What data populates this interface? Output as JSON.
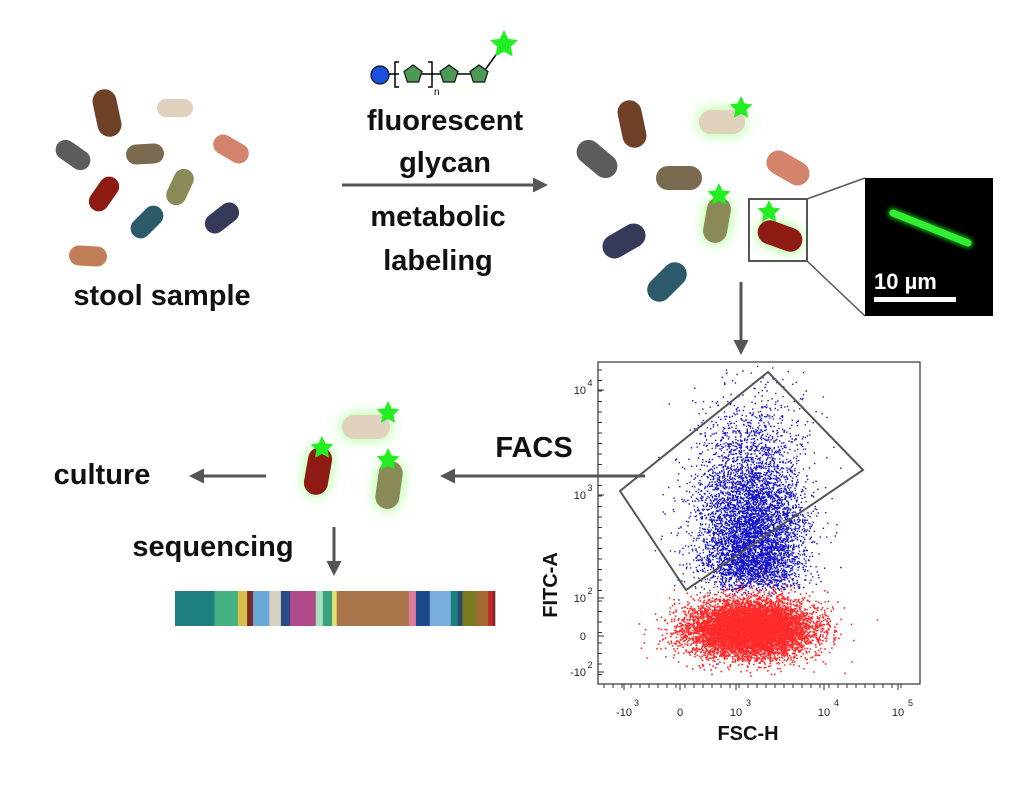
{
  "labels": {
    "stool_sample": "stool sample",
    "fluorescent": "fluorescent",
    "glycan": "glycan",
    "metabolic": "metabolic",
    "labeling": "labeling",
    "glycan_subscript": "n",
    "scale_bar": "10 µm",
    "facs": "FACS",
    "culture": "culture",
    "sequencing": "sequencing"
  },
  "flow_plot": {
    "x_axis_label": "FSC-H",
    "y_axis_label": "FITC-A",
    "x_ticks": [
      {
        "base": "-10",
        "exp": "3"
      },
      {
        "base": "0",
        "exp": ""
      },
      {
        "base": "10",
        "exp": "3"
      },
      {
        "base": "10",
        "exp": "4"
      },
      {
        "base": "10",
        "exp": "5"
      }
    ],
    "y_ticks": [
      {
        "base": "10",
        "exp": "4"
      },
      {
        "base": "10",
        "exp": "3"
      },
      {
        "base": "10",
        "exp": "2"
      },
      {
        "base": "0",
        "exp": ""
      },
      {
        "base": "-10",
        "exp": "2"
      }
    ],
    "gated_color": "#1414c8",
    "ungated_color": "#ff2a2a"
  },
  "colors": {
    "label_star": "#22ee22",
    "glow": "#66ff44",
    "glycan_hexose": "#1a4fe0",
    "glycan_pentose": "#4a9a55",
    "arrow": "#555555",
    "micrograph_bg": "#000000",
    "micrograph_cell": "#22dd22"
  },
  "sequence_bar_colors": [
    "#1d7f7f",
    "#45b080",
    "#d8c050",
    "#7a2a20",
    "#6aa8d8",
    "#d8d0c0",
    "#2a4a8a",
    "#b04a8a",
    "#a8e0c0",
    "#3aa080",
    "#e0e070",
    "#a8744a",
    "#e07a9a",
    "#1a4a8a",
    "#7aaee0",
    "#1a7f7f",
    "#2a4a6a",
    "#7a7a20",
    "#a06a30",
    "#c82a2a",
    "#7a2a2a"
  ]
}
